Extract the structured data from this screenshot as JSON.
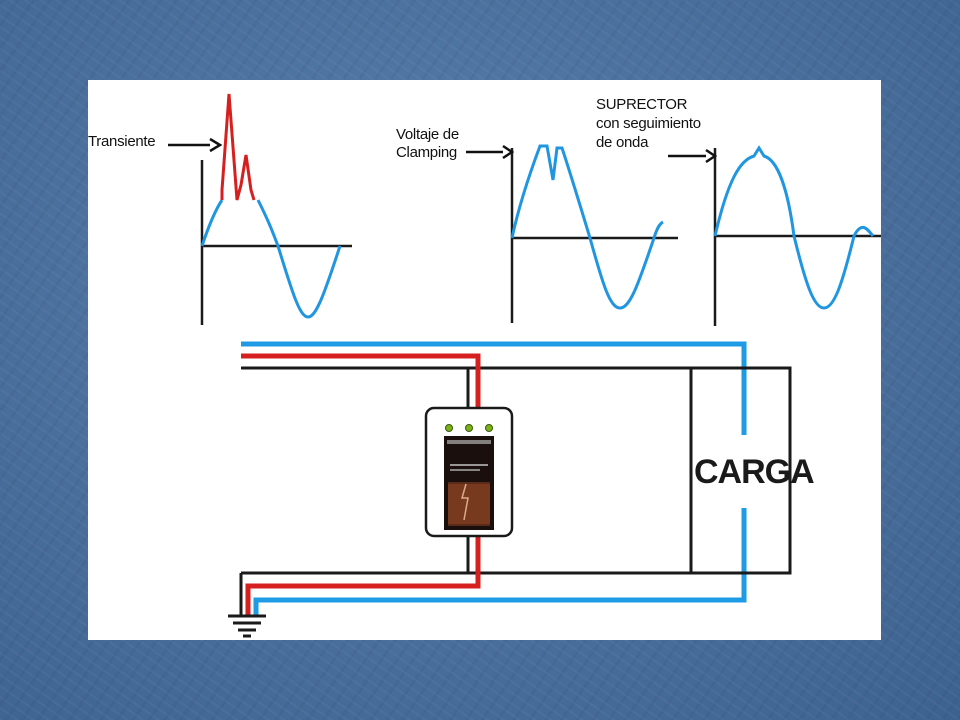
{
  "diagram": {
    "label_transient": "Transiente",
    "label_clamping_line1": "Voltaje de",
    "label_clamping_line2": "Clamping",
    "label_suprector_line1": "SUPRECTOR",
    "label_suprector_line2": "con seguimiento",
    "label_suprector_line3": "de onda",
    "label_load": "CARGA"
  },
  "colors": {
    "background": "#4a6f9c",
    "panel": "#ffffff",
    "sine_wave": "#2196e0",
    "transient": "#d62020",
    "line_blue": "#1e9be4",
    "line_red": "#d62020",
    "line_black": "#1a1a1a",
    "led": "#7ab317"
  }
}
